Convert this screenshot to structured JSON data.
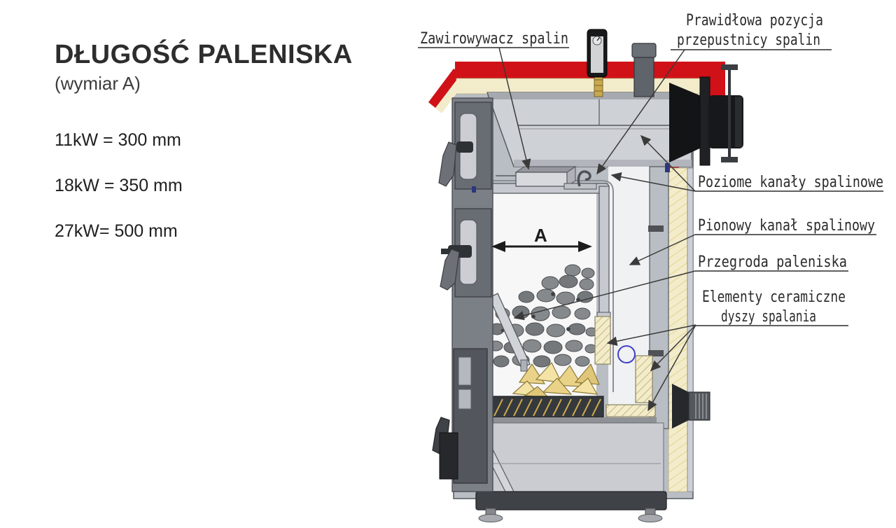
{
  "info_panel": {
    "title": "DŁUGOŚĆ PALENISKA",
    "subtitle": "(wymiar A)",
    "specs": [
      {
        "label": "11kW = 300 mm"
      },
      {
        "label": "18kW = 350 mm"
      },
      {
        "label": "27kW= 500 mm"
      }
    ]
  },
  "diagram": {
    "dimension_marker": "A",
    "labels": {
      "zawirowywacz": "Zawirowywacz spalin",
      "przepustnica_line1": "Prawidłowa pozycja",
      "przepustnica_line2": "przepustnicy spalin",
      "poziome": "Poziome kanały spalinowe",
      "pionowy": "Pionowy kanał spalinowy",
      "przegroda": "Przegroda paleniska",
      "elementy_line1": "Elementy ceramiczne",
      "elementy_line2": "dyszy spalania"
    },
    "colors": {
      "casing_red": "#d01117",
      "insulation_cream": "#f3eccb",
      "body_gray": "#b9bdc4",
      "outlet_black": "#17181a",
      "wood_yellow": "#ead289",
      "coal_gray": "#85898c",
      "accent_blue": "#4040c8"
    }
  }
}
